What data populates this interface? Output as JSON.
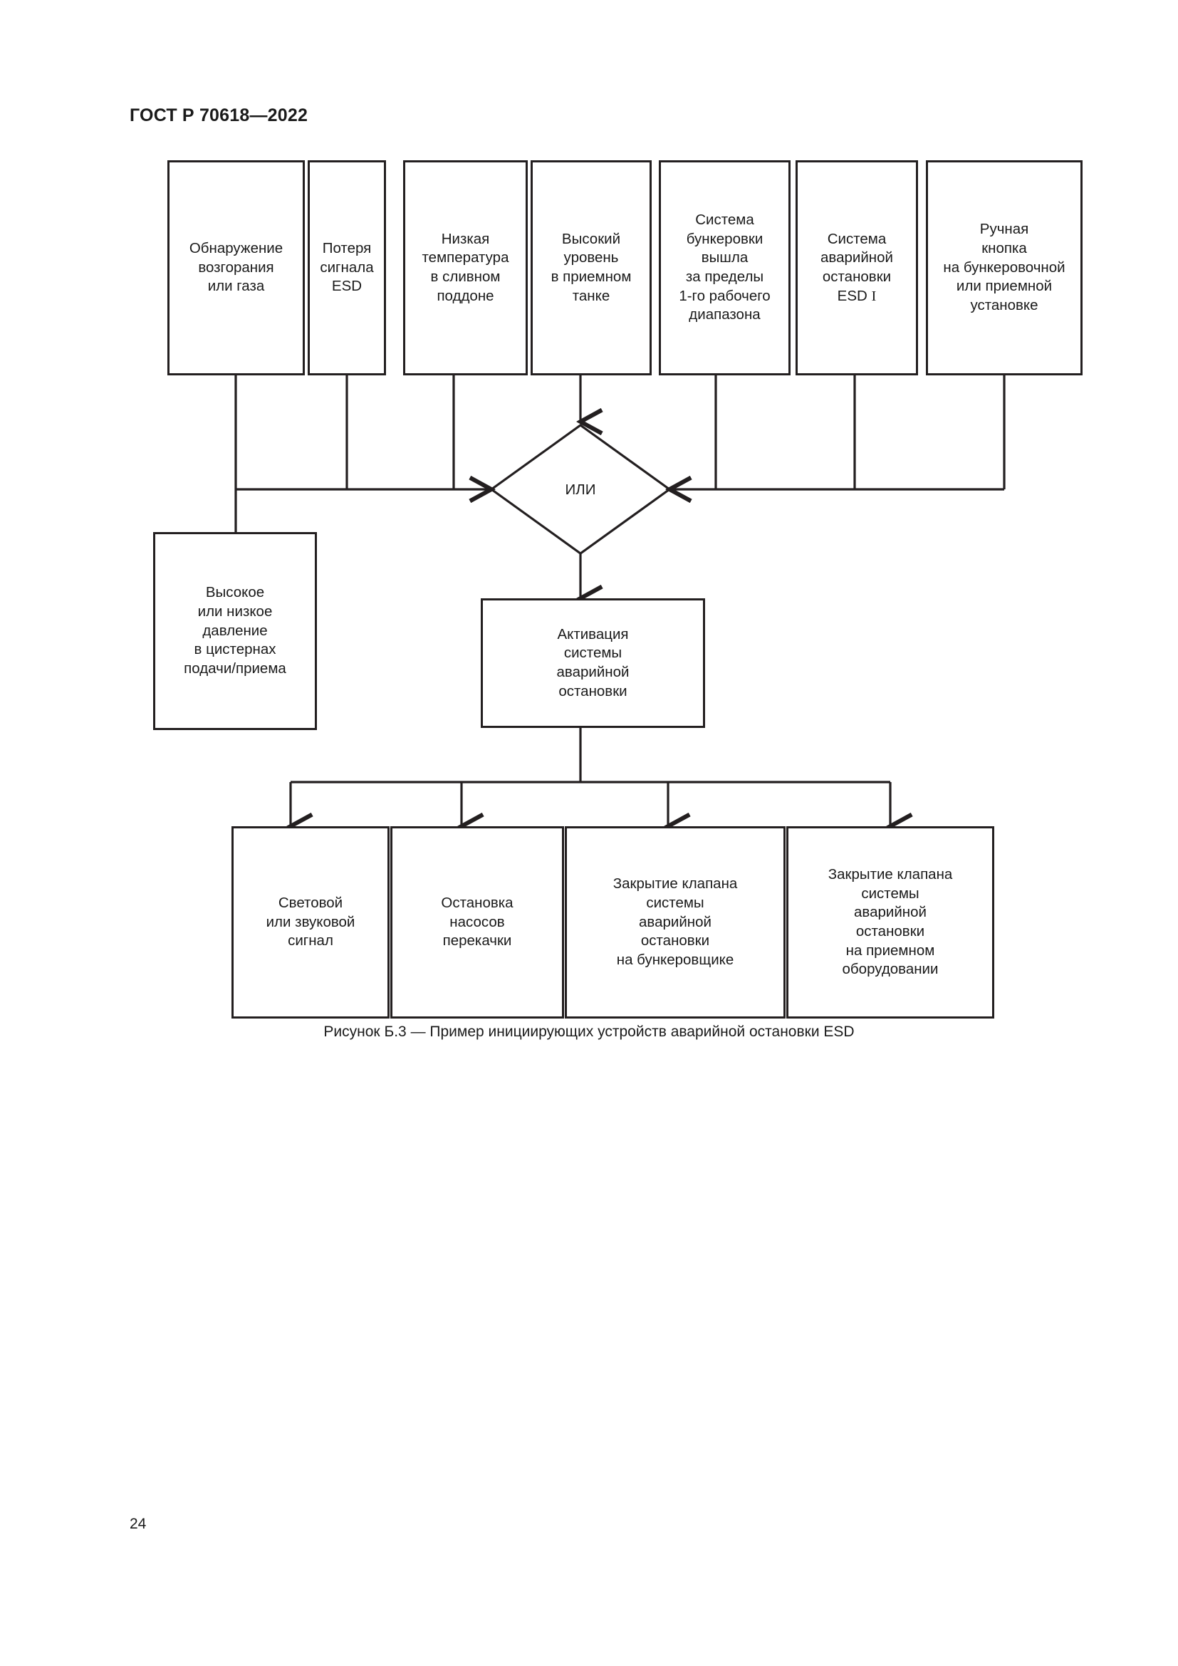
{
  "document": {
    "header": "ГОСТ Р 70618—2022",
    "page_number": "24"
  },
  "figure": {
    "caption": "Рисунок Б.3 — Пример инициирующих устройств аварийной остановки ESD",
    "gate": {
      "label": "ИЛИ",
      "shape": "diamond"
    },
    "inputs_top": [
      {
        "id": "fire-gas-detection",
        "label": "Обнаружение\nвозгорания\nили газа"
      },
      {
        "id": "esd-signal-loss",
        "label": "Потеря\nсигнала\nESD"
      },
      {
        "id": "low-temp-drip-tray",
        "label": "Низкая\nтемпература\nв сливном\nподдоне"
      },
      {
        "id": "high-level-receiving-tank",
        "label": "Высокий\nуровень\nв приемном\nтанке"
      },
      {
        "id": "bunkering-out-of-range",
        "label": "Система\nбункеровки\nвышла\nза пределы\n1-го рабочего\nдиапазона"
      },
      {
        "id": "esd-system-i",
        "label_before": "Система\nаварийной\nостановки\nESD ",
        "label_roman": "I"
      },
      {
        "id": "manual-button",
        "label": "Ручная\nкнопка\nна бункеровочной\nили приемной\nустановке"
      }
    ],
    "input_side": {
      "id": "pressure-supply-receiving-tanks",
      "label": "Высокое\nили низкое\nдавление\nв цистернах\nподачи/приема"
    },
    "process": {
      "id": "esd-activation",
      "label": "Активация\nсистемы\nаварийной\nостановки"
    },
    "outputs": [
      {
        "id": "light-sound-signal",
        "label": "Световой\nили звуковой\nсигнал"
      },
      {
        "id": "stop-transfer-pumps",
        "label": "Остановка\nнасосов\nперекачки"
      },
      {
        "id": "close-valve-bunker-vessel",
        "label": "Закрытие клапана\nсистемы\nаварийной\nостановки\nна бункеровщике"
      },
      {
        "id": "close-valve-receiving-equipment",
        "label": "Закрытие клапана\nсистемы\nаварийной\nостановки\nна приемном\nоборудовании"
      }
    ]
  },
  "colors": {
    "stroke": "#231f20",
    "text": "#1a1a1a",
    "background": "#ffffff"
  }
}
